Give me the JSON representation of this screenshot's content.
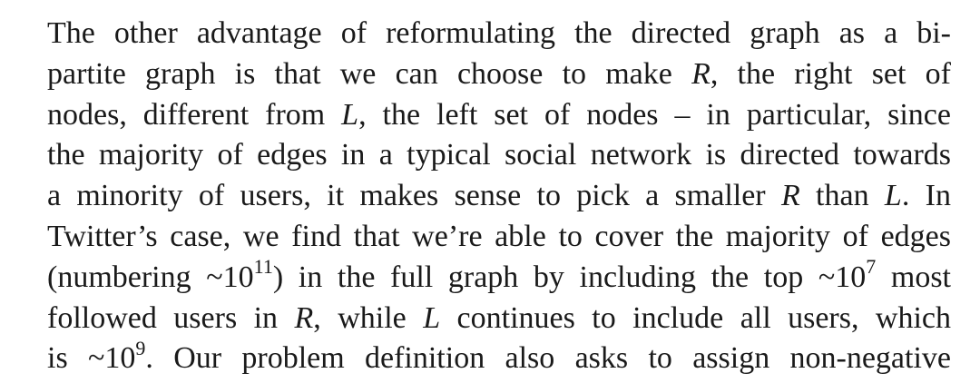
{
  "paragraph": {
    "l1": {
      "text": "The other advantage of reformulating the directed graph as a bi-"
    },
    "l2": {
      "a": "partite graph is that we can choose to make ",
      "r": "R",
      "b": ", the right set of"
    },
    "l3": {
      "a": "nodes, different from ",
      "l": "L",
      "b": ", the left set of nodes – in particular, since"
    },
    "l4": {
      "text": "the majority of edges in a typical social network is directed towards"
    },
    "l5": {
      "a": "a minority of users, it makes sense to pick a smaller ",
      "r": "R",
      "b": " than ",
      "l": "L",
      "c": ". In"
    },
    "l6": {
      "text": "Twitter’s case, we find that we’re able to cover the majority of edges"
    },
    "l7": {
      "a": "(numbering ~10",
      "sup1": "11",
      "b": ") in the full graph by including the top ~10",
      "sup2": "7",
      "c": " most"
    },
    "l8": {
      "a": "followed users in ",
      "r": "R",
      "b": ", while ",
      "l": "L",
      "c": " continues to include all users, which"
    },
    "l9": {
      "a": "is ~10",
      "sup": "9",
      "b": ". Our problem definition also asks to assign non-negative"
    }
  }
}
